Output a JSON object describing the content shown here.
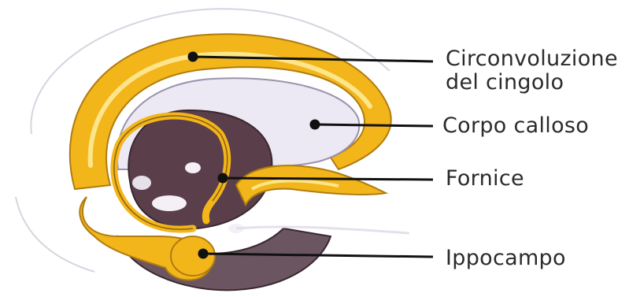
{
  "labels": {
    "cingolo_line1": "Circonvoluzione",
    "cingolo_line2": "del cingolo",
    "corpo_calloso": "Corpo calloso",
    "fornice": "Fornice",
    "ippocampo": "Ippocampo"
  },
  "colors": {
    "limbic_yellow": "#f2b51a",
    "limbic_highlight": "#fde58c",
    "brain_purple": "#5a3e4a",
    "corpus_lavender": "#ece8f4",
    "leader_line": "#111111"
  }
}
